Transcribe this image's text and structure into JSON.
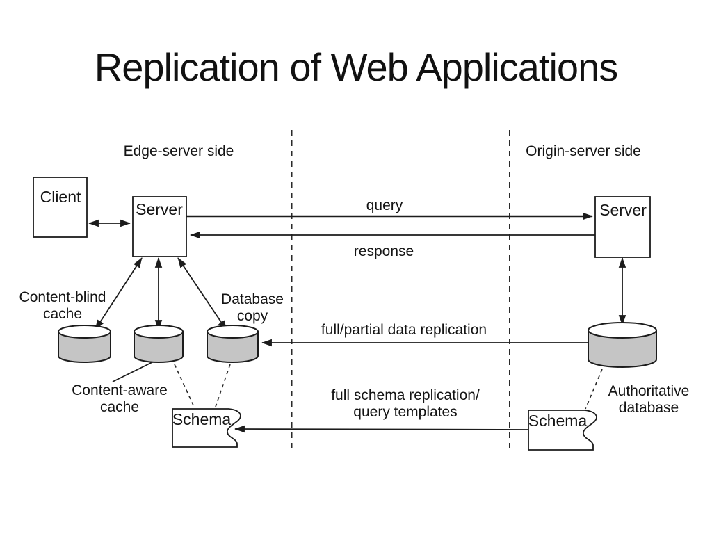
{
  "title": "Replication of Web Applications",
  "sections": {
    "edge_label": "Edge-server side",
    "origin_label": "Origin-server side"
  },
  "nodes": {
    "client": "Client",
    "edge_server": "Server",
    "origin_server": "Server",
    "content_blind_cache": "Content-blind\ncache",
    "content_aware_cache": "Content-aware\ncache",
    "database_copy": "Database\ncopy",
    "authoritative_database": "Authoritative\ndatabase",
    "edge_schema": "Schema",
    "origin_schema": "Schema"
  },
  "edges": {
    "query": "query",
    "response": "response",
    "data_replication": "full/partial data replication",
    "schema_replication": "full schema replication/\nquery templates"
  },
  "colors": {
    "background": "#ffffff",
    "stroke": "#1c1c1c",
    "cylinder_fill": "#c5c5c5",
    "text": "#111111"
  }
}
